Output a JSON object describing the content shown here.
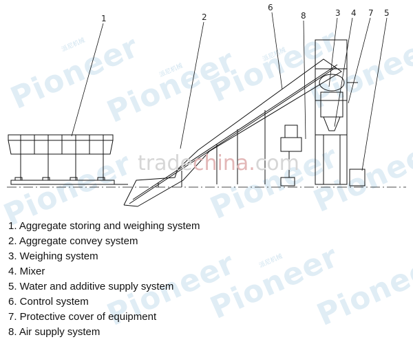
{
  "watermark": {
    "brand": "Pioneer",
    "subtext": "派尼机械"
  },
  "overlay_watermark": {
    "part1": "trade",
    "part2": "china.",
    "part3": "com"
  },
  "callouts": [
    "1",
    "2",
    "6",
    "8",
    "3",
    "4",
    "7",
    "5"
  ],
  "legend": [
    "1.  Aggregate storing and weighing   system",
    "2.  Aggregate convey system",
    "3.  Weighing system",
    "4.  Mixer",
    "5.  Water and additive supply system",
    "6.  Control system",
    "7.  Protective cover of equipment",
    "8. Air supply system"
  ]
}
